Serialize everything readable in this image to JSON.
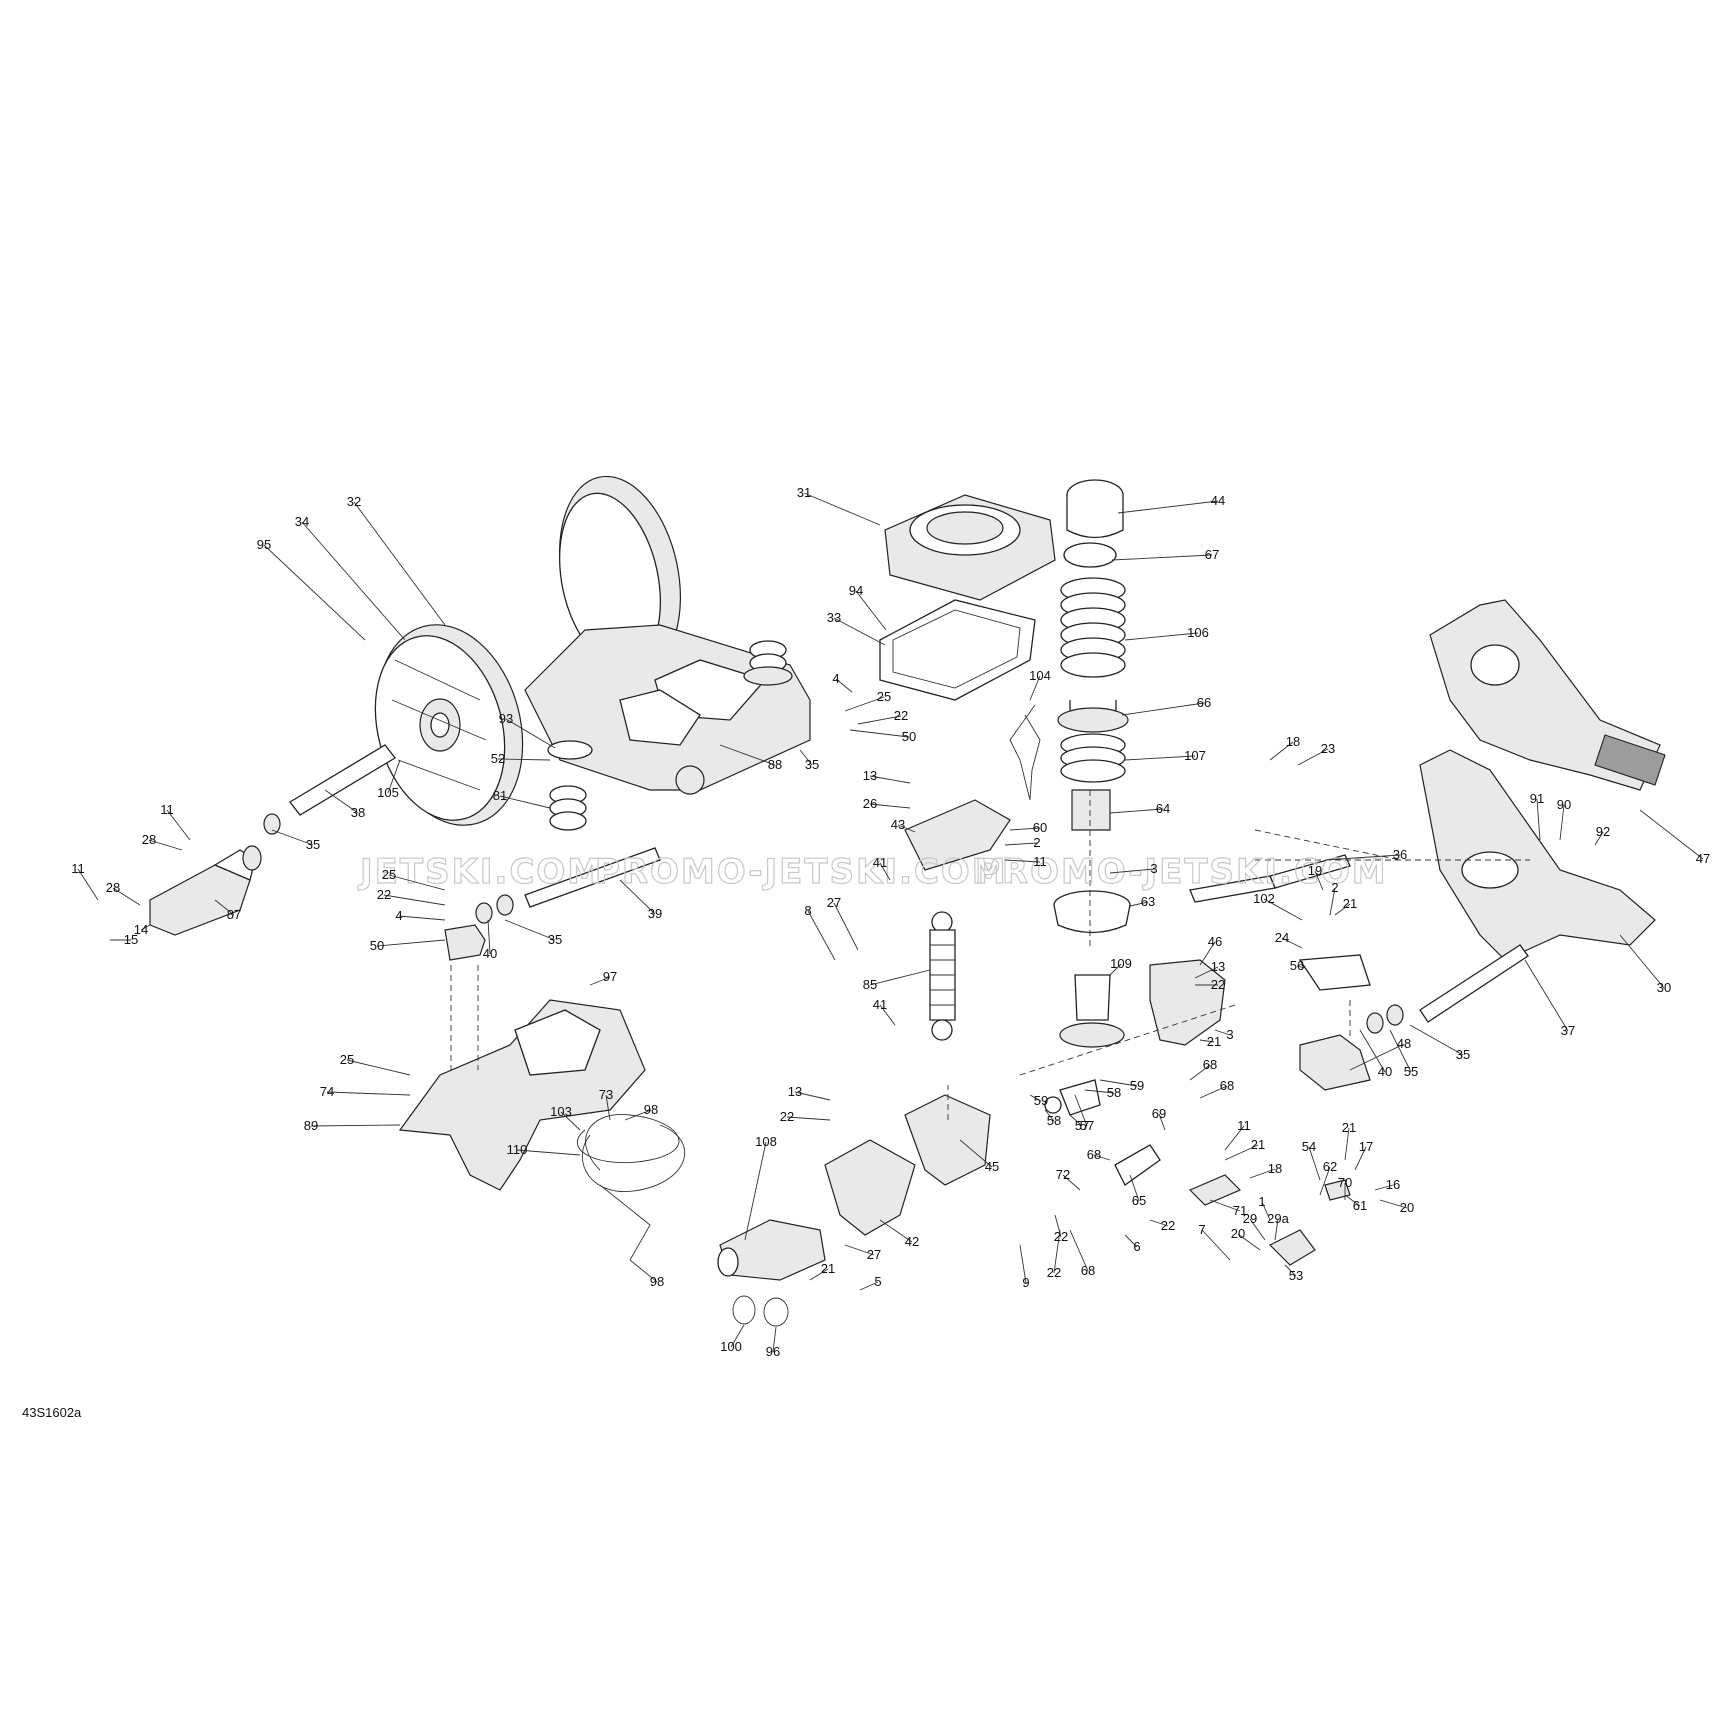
{
  "diagram": {
    "reference_code": "43S1602a",
    "watermark": "JETSKI.COM PROMO-JETSKI.COM PROMO-JETSKI.COM",
    "callouts": [
      "31",
      "44",
      "67",
      "106",
      "66",
      "107",
      "64",
      "94",
      "33",
      "104",
      "4",
      "25",
      "22",
      "50",
      "35",
      "60",
      "2",
      "11",
      "43",
      "3",
      "13",
      "26",
      "41",
      "63",
      "8",
      "27",
      "85",
      "46",
      "13",
      "22",
      "109",
      "3",
      "21",
      "41",
      "18",
      "23",
      "36",
      "19",
      "2",
      "21",
      "102",
      "24",
      "56",
      "48",
      "40",
      "55",
      "35",
      "37",
      "30",
      "91",
      "90",
      "92",
      "47",
      "32",
      "34",
      "95",
      "105",
      "93",
      "52",
      "81",
      "88",
      "38",
      "35",
      "11",
      "28",
      "28",
      "11",
      "87",
      "14",
      "15",
      "25",
      "22",
      "4",
      "50",
      "40",
      "35",
      "39",
      "97",
      "25",
      "74",
      "89",
      "103",
      "73",
      "98",
      "110",
      "98",
      "13",
      "22",
      "108",
      "42",
      "27",
      "21",
      "5",
      "100",
      "96",
      "45",
      "57",
      "58",
      "59",
      "59",
      "58",
      "57",
      "68",
      "68",
      "69",
      "11",
      "21",
      "18",
      "54",
      "21",
      "17",
      "68",
      "72",
      "22",
      "68",
      "65",
      "71",
      "22",
      "6",
      "1",
      "62",
      "70",
      "16",
      "61",
      "20",
      "9",
      "22",
      "7",
      "29",
      "29a",
      "20",
      "53"
    ]
  }
}
